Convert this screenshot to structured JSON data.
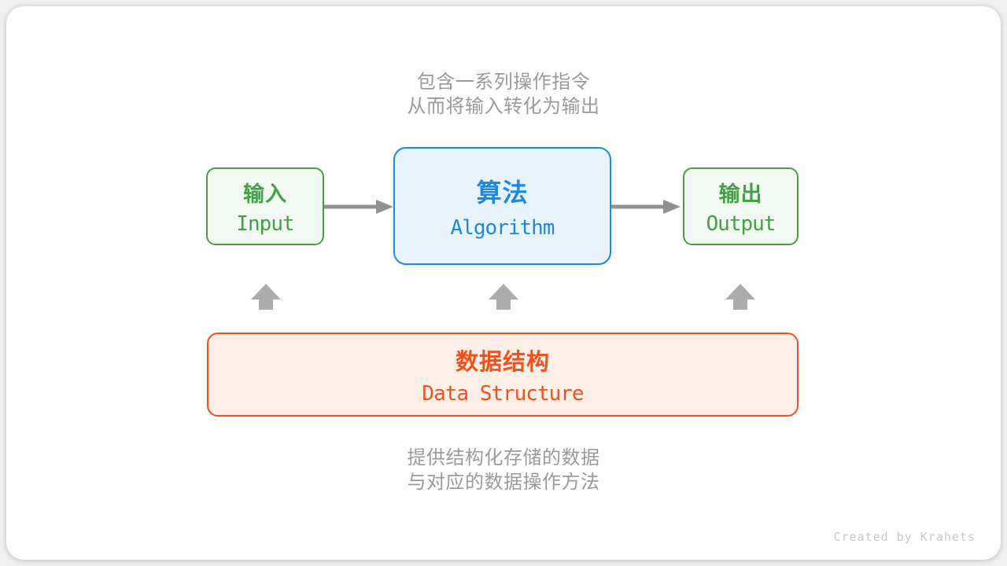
{
  "captions": {
    "top": [
      "包含一系列操作指令",
      "从而将输入转化为输出"
    ],
    "bottom": [
      "提供结构化存储的数据",
      "与对应的数据操作方法"
    ]
  },
  "nodes": {
    "input": {
      "title_zh": "输入",
      "title_en": "Input",
      "border_color": "#43A047",
      "bg_color": "#F2F9F2",
      "text_color": "#43A047"
    },
    "algorithm": {
      "title_zh": "算法",
      "title_en": "Algorithm",
      "border_color": "#1E88E5",
      "bg_color": "#E9F3FC",
      "text_color": "#1E88E5"
    },
    "output": {
      "title_zh": "输出",
      "title_en": "Output",
      "border_color": "#43A047",
      "bg_color": "#F2F9F2",
      "text_color": "#43A047"
    },
    "data_structure": {
      "title_zh": "数据结构",
      "title_en": "Data Structure",
      "border_color": "#F4511E",
      "bg_color": "#FDF0E9",
      "text_color": "#F4511E"
    }
  },
  "arrows": {
    "line_color": "#919191",
    "block_color": "#ACACAC"
  },
  "credit": {
    "text": "Created by Krahets"
  }
}
